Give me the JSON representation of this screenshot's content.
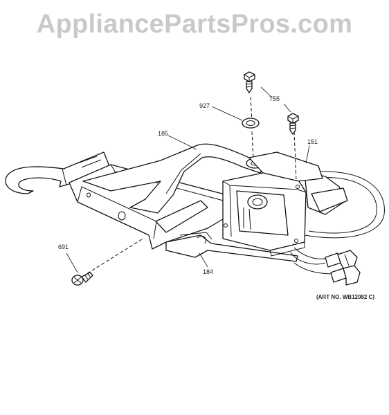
{
  "watermark": "AppliancePartsPros.com",
  "callouts": {
    "c755": "755",
    "c927": "927",
    "c185": "185",
    "c151": "151",
    "c691": "691",
    "c184": "184"
  },
  "art_number": "(ART NO. WB12082 C)",
  "colors": {
    "line": "#111111",
    "watermark": "#c9c9c9",
    "background": "#ffffff"
  }
}
